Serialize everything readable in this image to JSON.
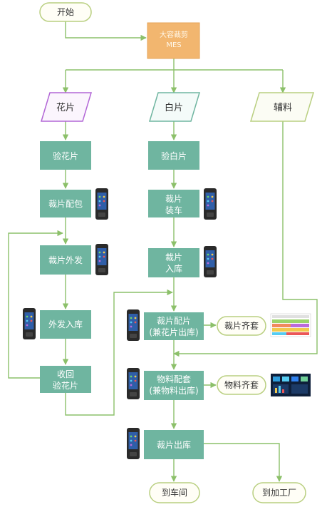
{
  "nodes": {
    "start": "开始",
    "mes_line1": "大容裁剪",
    "mes_line2": "MES",
    "flower": "花片",
    "white": "白片",
    "aux": "辅料",
    "check_flower": "验花片",
    "cut_pack": "裁片配包",
    "cut_out": "裁片外发",
    "out_in": "外发入库",
    "recheck_l1": "收回",
    "recheck_l2": "验花片",
    "check_white": "验白片",
    "cut_load_l1": "裁片",
    "cut_load_l2": "装车",
    "cut_store_l1": "裁片",
    "cut_store_l2": "入库",
    "cut_match_l1": "裁片配片",
    "cut_match_l2": "(兼花片出库)",
    "mat_match_l1": "物料配套",
    "mat_match_l2": "(兼物料出库)",
    "cut_out_store": "裁片出库",
    "cut_kit": "裁片齐套",
    "mat_kit": "物料齐套",
    "to_workshop": "到车间",
    "to_factory": "到加工厂"
  },
  "icons": {
    "device": "handheld-scanner-icon",
    "screen1": "dashboard-thumbnail-icon",
    "screen2": "dashboard-thumbnail-icon"
  },
  "colors": {
    "process": "#6fb5a0",
    "mes": "#f2b66f",
    "edge": "#8cc06a",
    "terminal_border": "#b9cf80",
    "flower_border": "#b266d6",
    "white_border": "#6fb5a0",
    "aux_border": "#b9cf80"
  }
}
